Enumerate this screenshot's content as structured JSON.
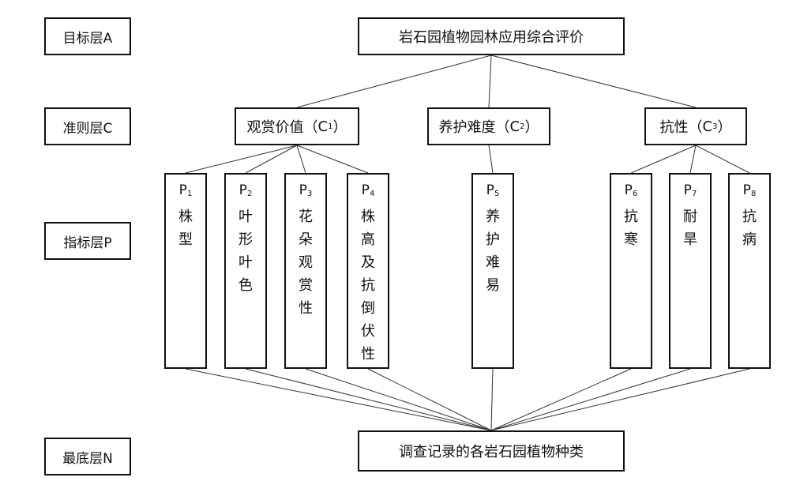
{
  "layers": {
    "goal": "目标层A",
    "criteria": "准则层C",
    "indicator": "指标层P",
    "bottom": "最底层N"
  },
  "goal": {
    "text": "岩石园植物园林应用综合评价"
  },
  "criteria": [
    {
      "text": "观赏价值",
      "code": "C",
      "sub": "1"
    },
    {
      "text": "养护难度",
      "code": "C",
      "sub": "2"
    },
    {
      "text": "抗性",
      "code": "C",
      "sub": "3"
    }
  ],
  "indicators": [
    {
      "code": "P",
      "sub": "1",
      "text": "株型",
      "criterion": 0
    },
    {
      "code": "P",
      "sub": "2",
      "text": "叶形叶色",
      "criterion": 0
    },
    {
      "code": "P",
      "sub": "3",
      "text": "花朵观赏性",
      "criterion": 0
    },
    {
      "code": "P",
      "sub": "4",
      "text": "株高及抗倒伏性",
      "criterion": 0
    },
    {
      "code": "P",
      "sub": "5",
      "text": "养护难易",
      "criterion": 1
    },
    {
      "code": "P",
      "sub": "6",
      "text": "抗寒",
      "criterion": 2
    },
    {
      "code": "P",
      "sub": "7",
      "text": "耐旱",
      "criterion": 2
    },
    {
      "code": "P",
      "sub": "8",
      "text": "抗病",
      "criterion": 2
    }
  ],
  "bottom": {
    "text": "调查记录的各岩石园植物种类"
  }
}
